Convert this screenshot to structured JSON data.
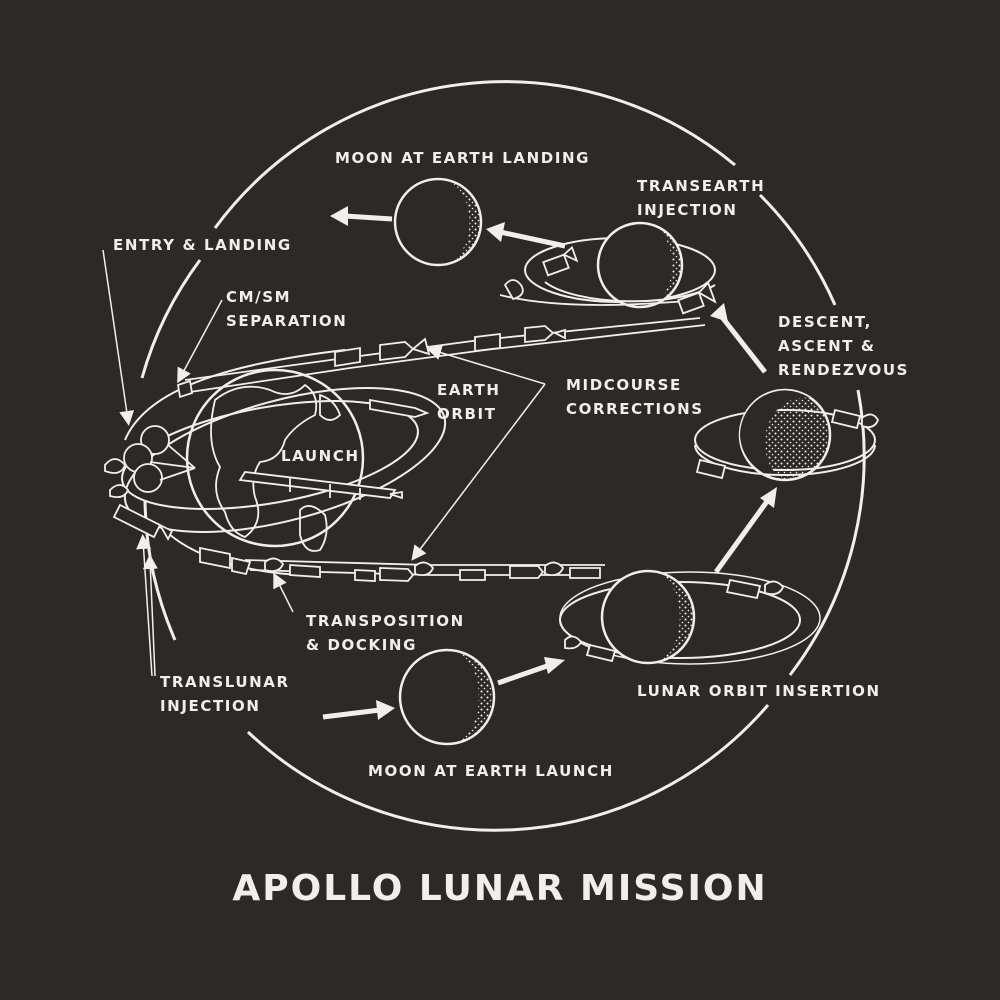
{
  "title": "APOLLO LUNAR MISSION",
  "labels": {
    "moon_at_earth_landing": "MOON AT EARTH LANDING",
    "transearth_injection": [
      "TRANSEARTH",
      "INJECTION"
    ],
    "entry_landing": "ENTRY & LANDING",
    "cm_sm_separation": [
      "CM/SM",
      "SEPARATION"
    ],
    "descent_ascent_rendezvous": [
      "DESCENT,",
      "ASCENT &",
      "RENDEZVOUS"
    ],
    "earth_orbit": [
      "EARTH",
      "ORBIT"
    ],
    "midcourse_corrections": [
      "MIDCOURSE",
      "CORRECTIONS"
    ],
    "launch": "LAUNCH",
    "transposition_docking": [
      "TRANSPOSITION",
      "& DOCKING"
    ],
    "translunar_injection": [
      "TRANSLUNAR",
      "INJECTION"
    ],
    "lunar_orbit_insertion": "LUNAR ORBIT INSERTION",
    "moon_at_earth_launch": "MOON AT EARTH LAUNCH"
  },
  "colors": {
    "background": "#2c2a29",
    "line": "#f2efea"
  }
}
